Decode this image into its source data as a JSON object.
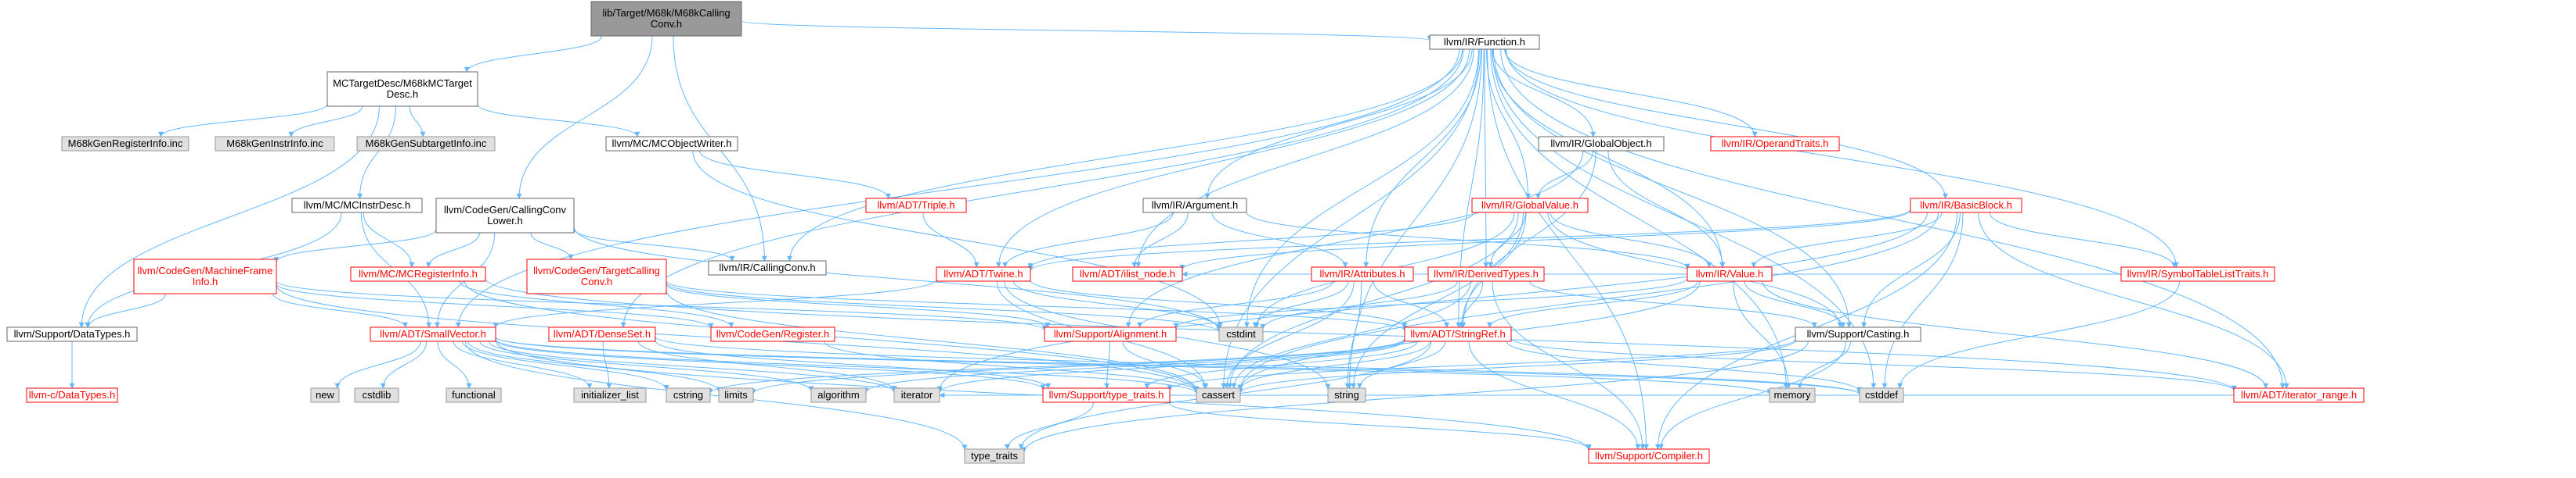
{
  "nodes": [
    {
      "id": "root",
      "lines": [
        "lib/Target/M68k/M68kCalling",
        "Conv.h"
      ],
      "kind": "focus"
    },
    {
      "id": "mctd",
      "lines": [
        "MCTargetDesc/M68kMCTarget",
        "Desc.h"
      ],
      "kind": "normal"
    },
    {
      "id": "fn",
      "lines": [
        "llvm/IR/Function.h"
      ],
      "kind": "normal"
    },
    {
      "id": "reginfo",
      "lines": [
        "M68kGenRegisterInfo.inc"
      ],
      "kind": "gray"
    },
    {
      "id": "instrinfo",
      "lines": [
        "M68kGenInstrInfo.inc"
      ],
      "kind": "gray"
    },
    {
      "id": "subtgt",
      "lines": [
        "M68kGenSubtargetInfo.inc"
      ],
      "kind": "gray"
    },
    {
      "id": "objw",
      "lines": [
        "llvm/MC/MCObjectWriter.h"
      ],
      "kind": "normal"
    },
    {
      "id": "instrdesc",
      "lines": [
        "llvm/MC/MCInstrDesc.h"
      ],
      "kind": "normal"
    },
    {
      "id": "cclower",
      "lines": [
        "llvm/CodeGen/CallingConv",
        "Lower.h"
      ],
      "kind": "normal"
    },
    {
      "id": "triple",
      "lines": [
        "llvm/ADT/Triple.h"
      ],
      "kind": "red"
    },
    {
      "id": "callconv",
      "lines": [
        "llvm/IR/CallingConv.h"
      ],
      "kind": "normal"
    },
    {
      "id": "mframe",
      "lines": [
        "llvm/CodeGen/MachineFrame",
        "Info.h"
      ],
      "kind": "red"
    },
    {
      "id": "mcreg",
      "lines": [
        "llvm/MC/MCRegisterInfo.h"
      ],
      "kind": "red"
    },
    {
      "id": "tcc",
      "lines": [
        "llvm/CodeGen/TargetCalling",
        "Conv.h"
      ],
      "kind": "red"
    },
    {
      "id": "datatypes",
      "lines": [
        "llvm/Support/DataTypes.h"
      ],
      "kind": "normal"
    },
    {
      "id": "cdatatypes",
      "lines": [
        "llvm-c/DataTypes.h"
      ],
      "kind": "red"
    },
    {
      "id": "smallvec",
      "lines": [
        "llvm/ADT/SmallVector.h"
      ],
      "kind": "red"
    },
    {
      "id": "denseset",
      "lines": [
        "llvm/ADT/DenseSet.h"
      ],
      "kind": "red"
    },
    {
      "id": "register",
      "lines": [
        "llvm/CodeGen/Register.h"
      ],
      "kind": "red"
    },
    {
      "id": "twine",
      "lines": [
        "llvm/ADT/Twine.h"
      ],
      "kind": "red"
    },
    {
      "id": "argument",
      "lines": [
        "llvm/IR/Argument.h"
      ],
      "kind": "normal"
    },
    {
      "id": "ilistnode",
      "lines": [
        "llvm/ADT/ilist_node.h"
      ],
      "kind": "red"
    },
    {
      "id": "attributes",
      "lines": [
        "llvm/IR/Attributes.h"
      ],
      "kind": "red"
    },
    {
      "id": "globalobj",
      "lines": [
        "llvm/IR/GlobalObject.h"
      ],
      "kind": "normal"
    },
    {
      "id": "globalval",
      "lines": [
        "llvm/IR/GlobalValue.h"
      ],
      "kind": "red"
    },
    {
      "id": "derived",
      "lines": [
        "llvm/IR/DerivedTypes.h"
      ],
      "kind": "red"
    },
    {
      "id": "operandtraits",
      "lines": [
        "llvm/IR/OperandTraits.h"
      ],
      "kind": "red"
    },
    {
      "id": "basicblock",
      "lines": [
        "llvm/IR/BasicBlock.h"
      ],
      "kind": "red"
    },
    {
      "id": "value",
      "lines": [
        "llvm/IR/Value.h"
      ],
      "kind": "red"
    },
    {
      "id": "symtab",
      "lines": [
        "llvm/IR/SymbolTableListTraits.h"
      ],
      "kind": "red"
    },
    {
      "id": "alignment",
      "lines": [
        "llvm/Support/Alignment.h"
      ],
      "kind": "red"
    },
    {
      "id": "stringref",
      "lines": [
        "llvm/ADT/StringRef.h"
      ],
      "kind": "red"
    },
    {
      "id": "casting",
      "lines": [
        "llvm/Support/Casting.h"
      ],
      "kind": "normal"
    },
    {
      "id": "cstdint",
      "lines": [
        "cstdint"
      ],
      "kind": "gray"
    },
    {
      "id": "new",
      "lines": [
        "new"
      ],
      "kind": "gray"
    },
    {
      "id": "cstdlib",
      "lines": [
        "cstdlib"
      ],
      "kind": "gray"
    },
    {
      "id": "functional",
      "lines": [
        "functional"
      ],
      "kind": "gray"
    },
    {
      "id": "initlist",
      "lines": [
        "initializer_list"
      ],
      "kind": "gray"
    },
    {
      "id": "cstring",
      "lines": [
        "cstring"
      ],
      "kind": "gray"
    },
    {
      "id": "limits",
      "lines": [
        "limits"
      ],
      "kind": "gray"
    },
    {
      "id": "algorithm",
      "lines": [
        "algorithm"
      ],
      "kind": "gray"
    },
    {
      "id": "iterator",
      "lines": [
        "iterator"
      ],
      "kind": "gray"
    },
    {
      "id": "typetraits",
      "lines": [
        "llvm/Support/type_traits.h"
      ],
      "kind": "red"
    },
    {
      "id": "cassert",
      "lines": [
        "cassert"
      ],
      "kind": "gray"
    },
    {
      "id": "string",
      "lines": [
        "string"
      ],
      "kind": "gray"
    },
    {
      "id": "memory",
      "lines": [
        "memory"
      ],
      "kind": "gray"
    },
    {
      "id": "cstddef",
      "lines": [
        "cstddef"
      ],
      "kind": "gray"
    },
    {
      "id": "iterrange",
      "lines": [
        "llvm/ADT/iterator_range.h"
      ],
      "kind": "red"
    },
    {
      "id": "type_traits",
      "lines": [
        "type_traits"
      ],
      "kind": "gray"
    },
    {
      "id": "compiler",
      "lines": [
        "llvm/Support/Compiler.h"
      ],
      "kind": "red"
    }
  ],
  "edges": [
    [
      "root",
      "mctd"
    ],
    [
      "root",
      "fn"
    ],
    [
      "root",
      "cclower"
    ],
    [
      "root",
      "callconv"
    ],
    [
      "mctd",
      "reginfo"
    ],
    [
      "mctd",
      "instrinfo"
    ],
    [
      "mctd",
      "subtgt"
    ],
    [
      "mctd",
      "objw"
    ],
    [
      "mctd",
      "instrdesc"
    ],
    [
      "mctd",
      "datatypes"
    ],
    [
      "objw",
      "triple"
    ],
    [
      "objw",
      "cstdint"
    ],
    [
      "triple",
      "twine"
    ],
    [
      "instrdesc",
      "mcreg"
    ],
    [
      "instrdesc",
      "datatypes"
    ],
    [
      "instrdesc",
      "smallvec"
    ],
    [
      "cclower",
      "callconv"
    ],
    [
      "cclower",
      "mframe"
    ],
    [
      "cclower",
      "mcreg"
    ],
    [
      "cclower",
      "tcc"
    ],
    [
      "cclower",
      "smallvec"
    ],
    [
      "cclower",
      "cstdint"
    ],
    [
      "mframe",
      "datatypes"
    ],
    [
      "mframe",
      "smallvec"
    ],
    [
      "mframe",
      "register"
    ],
    [
      "mframe",
      "alignment"
    ],
    [
      "mframe",
      "cassert"
    ],
    [
      "datatypes",
      "cdatatypes"
    ],
    [
      "mcreg",
      "register"
    ],
    [
      "mcreg",
      "cassert"
    ],
    [
      "mcreg",
      "iterrange"
    ],
    [
      "tcc",
      "alignment"
    ],
    [
      "tcc",
      "cassert"
    ],
    [
      "tcc",
      "cstdint"
    ],
    [
      "tcc",
      "stringref"
    ],
    [
      "smallvec",
      "new"
    ],
    [
      "smallvec",
      "cstdlib"
    ],
    [
      "smallvec",
      "functional"
    ],
    [
      "smallvec",
      "initlist"
    ],
    [
      "smallvec",
      "cstring"
    ],
    [
      "smallvec",
      "limits"
    ],
    [
      "smallvec",
      "algorithm"
    ],
    [
      "smallvec",
      "iterator"
    ],
    [
      "smallvec",
      "typetraits"
    ],
    [
      "smallvec",
      "cassert"
    ],
    [
      "smallvec",
      "memory"
    ],
    [
      "smallvec",
      "cstddef"
    ],
    [
      "smallvec",
      "type_traits"
    ],
    [
      "smallvec",
      "compiler"
    ],
    [
      "denseset",
      "initlist"
    ],
    [
      "denseset",
      "iterator"
    ],
    [
      "denseset",
      "typetraits"
    ],
    [
      "denseset",
      "cstddef"
    ],
    [
      "register",
      "cassert"
    ],
    [
      "fn",
      "callconv"
    ],
    [
      "fn",
      "twine"
    ],
    [
      "fn",
      "argument"
    ],
    [
      "fn",
      "ilistnode"
    ],
    [
      "fn",
      "attributes"
    ],
    [
      "fn",
      "globalobj"
    ],
    [
      "fn",
      "globalval"
    ],
    [
      "fn",
      "derived"
    ],
    [
      "fn",
      "operandtraits"
    ],
    [
      "fn",
      "basicblock"
    ],
    [
      "fn",
      "value"
    ],
    [
      "fn",
      "symtab"
    ],
    [
      "fn",
      "stringref"
    ],
    [
      "fn",
      "casting"
    ],
    [
      "fn",
      "cassert"
    ],
    [
      "fn",
      "cstddef"
    ],
    [
      "fn",
      "cstdint"
    ],
    [
      "fn",
      "memory"
    ],
    [
      "fn",
      "string"
    ],
    [
      "fn",
      "iterrange"
    ],
    [
      "fn",
      "compiler"
    ],
    [
      "fn",
      "smallvec"
    ],
    [
      "fn",
      "denseset"
    ],
    [
      "twine",
      "smallvec"
    ],
    [
      "twine",
      "stringref"
    ],
    [
      "twine",
      "cassert"
    ],
    [
      "twine",
      "cstdint"
    ],
    [
      "twine",
      "string"
    ],
    [
      "argument",
      "twine"
    ],
    [
      "argument",
      "ilistnode"
    ],
    [
      "argument",
      "attributes"
    ],
    [
      "argument",
      "value"
    ],
    [
      "attributes",
      "alignment"
    ],
    [
      "attributes",
      "stringref"
    ],
    [
      "attributes",
      "cassert"
    ],
    [
      "attributes",
      "cstdint"
    ],
    [
      "attributes",
      "string"
    ],
    [
      "globalobj",
      "globalval"
    ],
    [
      "globalobj",
      "value"
    ],
    [
      "globalobj",
      "alignment"
    ],
    [
      "globalobj",
      "stringref"
    ],
    [
      "globalval",
      "twine"
    ],
    [
      "globalval",
      "derived"
    ],
    [
      "globalval",
      "value"
    ],
    [
      "globalval",
      "stringref"
    ],
    [
      "globalval",
      "casting"
    ],
    [
      "globalval",
      "cassert"
    ],
    [
      "globalval",
      "cstdint"
    ],
    [
      "globalval",
      "string"
    ],
    [
      "derived",
      "stringref"
    ],
    [
      "derived",
      "casting"
    ],
    [
      "derived",
      "cassert"
    ],
    [
      "derived",
      "cstdint"
    ],
    [
      "derived",
      "compiler"
    ],
    [
      "basicblock",
      "twine"
    ],
    [
      "basicblock",
      "ilistnode"
    ],
    [
      "basicblock",
      "value"
    ],
    [
      "basicblock",
      "symtab"
    ],
    [
      "basicblock",
      "casting"
    ],
    [
      "basicblock",
      "iterrange"
    ],
    [
      "basicblock",
      "compiler"
    ],
    [
      "basicblock",
      "cassert"
    ],
    [
      "basicblock",
      "cstddef"
    ],
    [
      "basicblock",
      "iterator"
    ],
    [
      "value",
      "stringref"
    ],
    [
      "value",
      "casting"
    ],
    [
      "value",
      "iterrange"
    ],
    [
      "value",
      "cassert"
    ],
    [
      "value",
      "memory"
    ],
    [
      "value",
      "alignment"
    ],
    [
      "symtab",
      "ilistnode"
    ],
    [
      "symtab",
      "cstddef"
    ],
    [
      "alignment",
      "typetraits"
    ],
    [
      "alignment",
      "cassert"
    ],
    [
      "stringref",
      "iterrange"
    ],
    [
      "stringref",
      "compiler"
    ],
    [
      "stringref",
      "typetraits"
    ],
    [
      "stringref",
      "algorithm"
    ],
    [
      "stringref",
      "cassert"
    ],
    [
      "stringref",
      "cstddef"
    ],
    [
      "stringref",
      "cstring"
    ],
    [
      "stringref",
      "limits"
    ],
    [
      "stringref",
      "string"
    ],
    [
      "stringref",
      "type_traits"
    ],
    [
      "stringref",
      "iterator"
    ],
    [
      "casting",
      "typetraits"
    ],
    [
      "casting",
      "compiler"
    ],
    [
      "casting",
      "cassert"
    ],
    [
      "casting",
      "memory"
    ],
    [
      "casting",
      "type_traits"
    ],
    [
      "iterrange",
      "iterator"
    ],
    [
      "typetraits",
      "type_traits"
    ],
    [
      "typetraits",
      "compiler"
    ]
  ],
  "colors": {
    "edge": "#63b8ff",
    "focus_fill": "#999999",
    "focus_border": "#666666",
    "normal_fill": "#ffffff",
    "normal_border": "#666666",
    "red_fill": "#ffffff",
    "red_border": "#ff0000",
    "red_text": "#ff0000",
    "gray_fill": "#e0e0e0",
    "gray_border": "#999999"
  }
}
